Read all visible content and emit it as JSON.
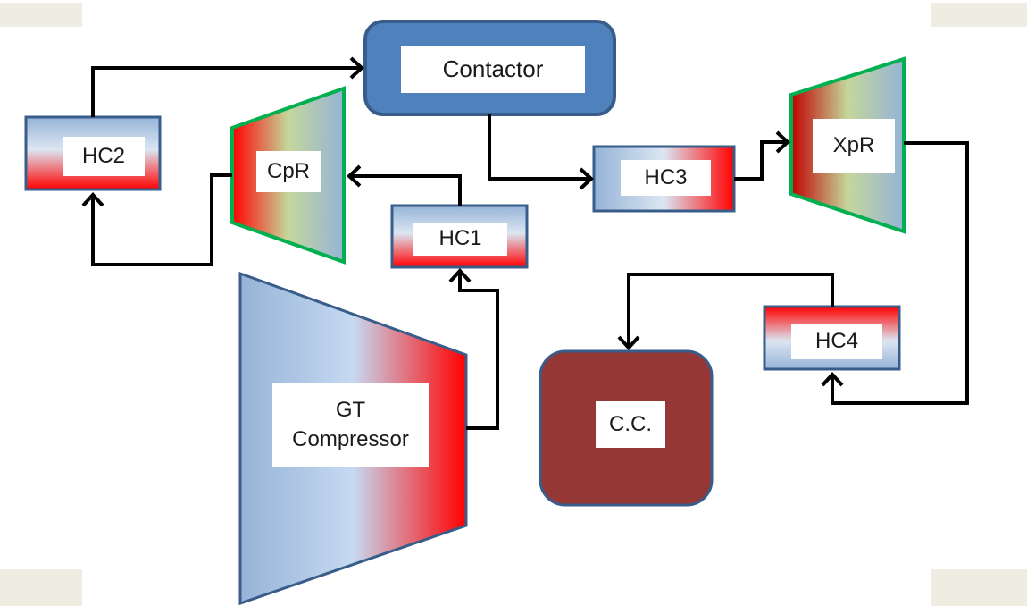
{
  "colors": {
    "contactor": "#4f81bd",
    "contactor_border": "#385d8a",
    "combustion_chamber": "#953735",
    "hot": "#ff0000",
    "cool": "#95b3d7",
    "pale": "#c6d9f1",
    "green_edge": "#00b050",
    "connector": "#000000",
    "corner_tab": "#efede2"
  },
  "nodes": {
    "contactor": {
      "label": "Contactor"
    },
    "hc2": {
      "label": "HC2"
    },
    "cpr": {
      "label": "CpR"
    },
    "hc1": {
      "label": "HC1"
    },
    "hc3": {
      "label": "HC3"
    },
    "xpr": {
      "label": "XpR"
    },
    "hc4": {
      "label": "HC4"
    },
    "cc": {
      "label": "C.C."
    },
    "gt_compressor": {
      "label_line1": "GT",
      "label_line2": "Compressor"
    }
  },
  "edges": [
    {
      "from": "hc2",
      "to": "contactor"
    },
    {
      "from": "cpr",
      "to": "hc2"
    },
    {
      "from": "hc1",
      "to": "cpr"
    },
    {
      "from": "gt_compressor",
      "to": "hc1"
    },
    {
      "from": "contactor",
      "to": "hc3"
    },
    {
      "from": "hc3",
      "to": "xpr"
    },
    {
      "from": "xpr",
      "to": "hc4"
    },
    {
      "from": "hc4",
      "to": "cc"
    }
  ]
}
